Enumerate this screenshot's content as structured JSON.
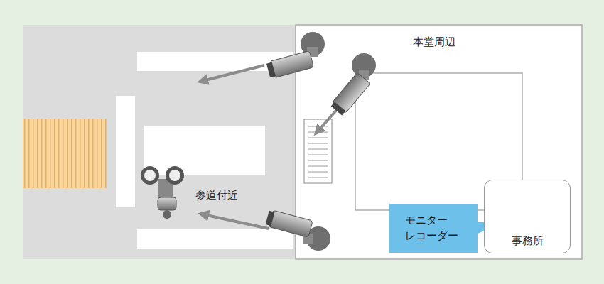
{
  "diagram": {
    "nodes": [
      {
        "text": [
          "本堂周辺"
        ]
      },
      {
        "text": [
          "モニター レコーダー"
        ],
        "in": 0
      },
      {
        "text": [
          "事務所"
        ],
        "in": 0
      }
    ],
    "labels": [
      "参道付近"
    ]
  }
}
